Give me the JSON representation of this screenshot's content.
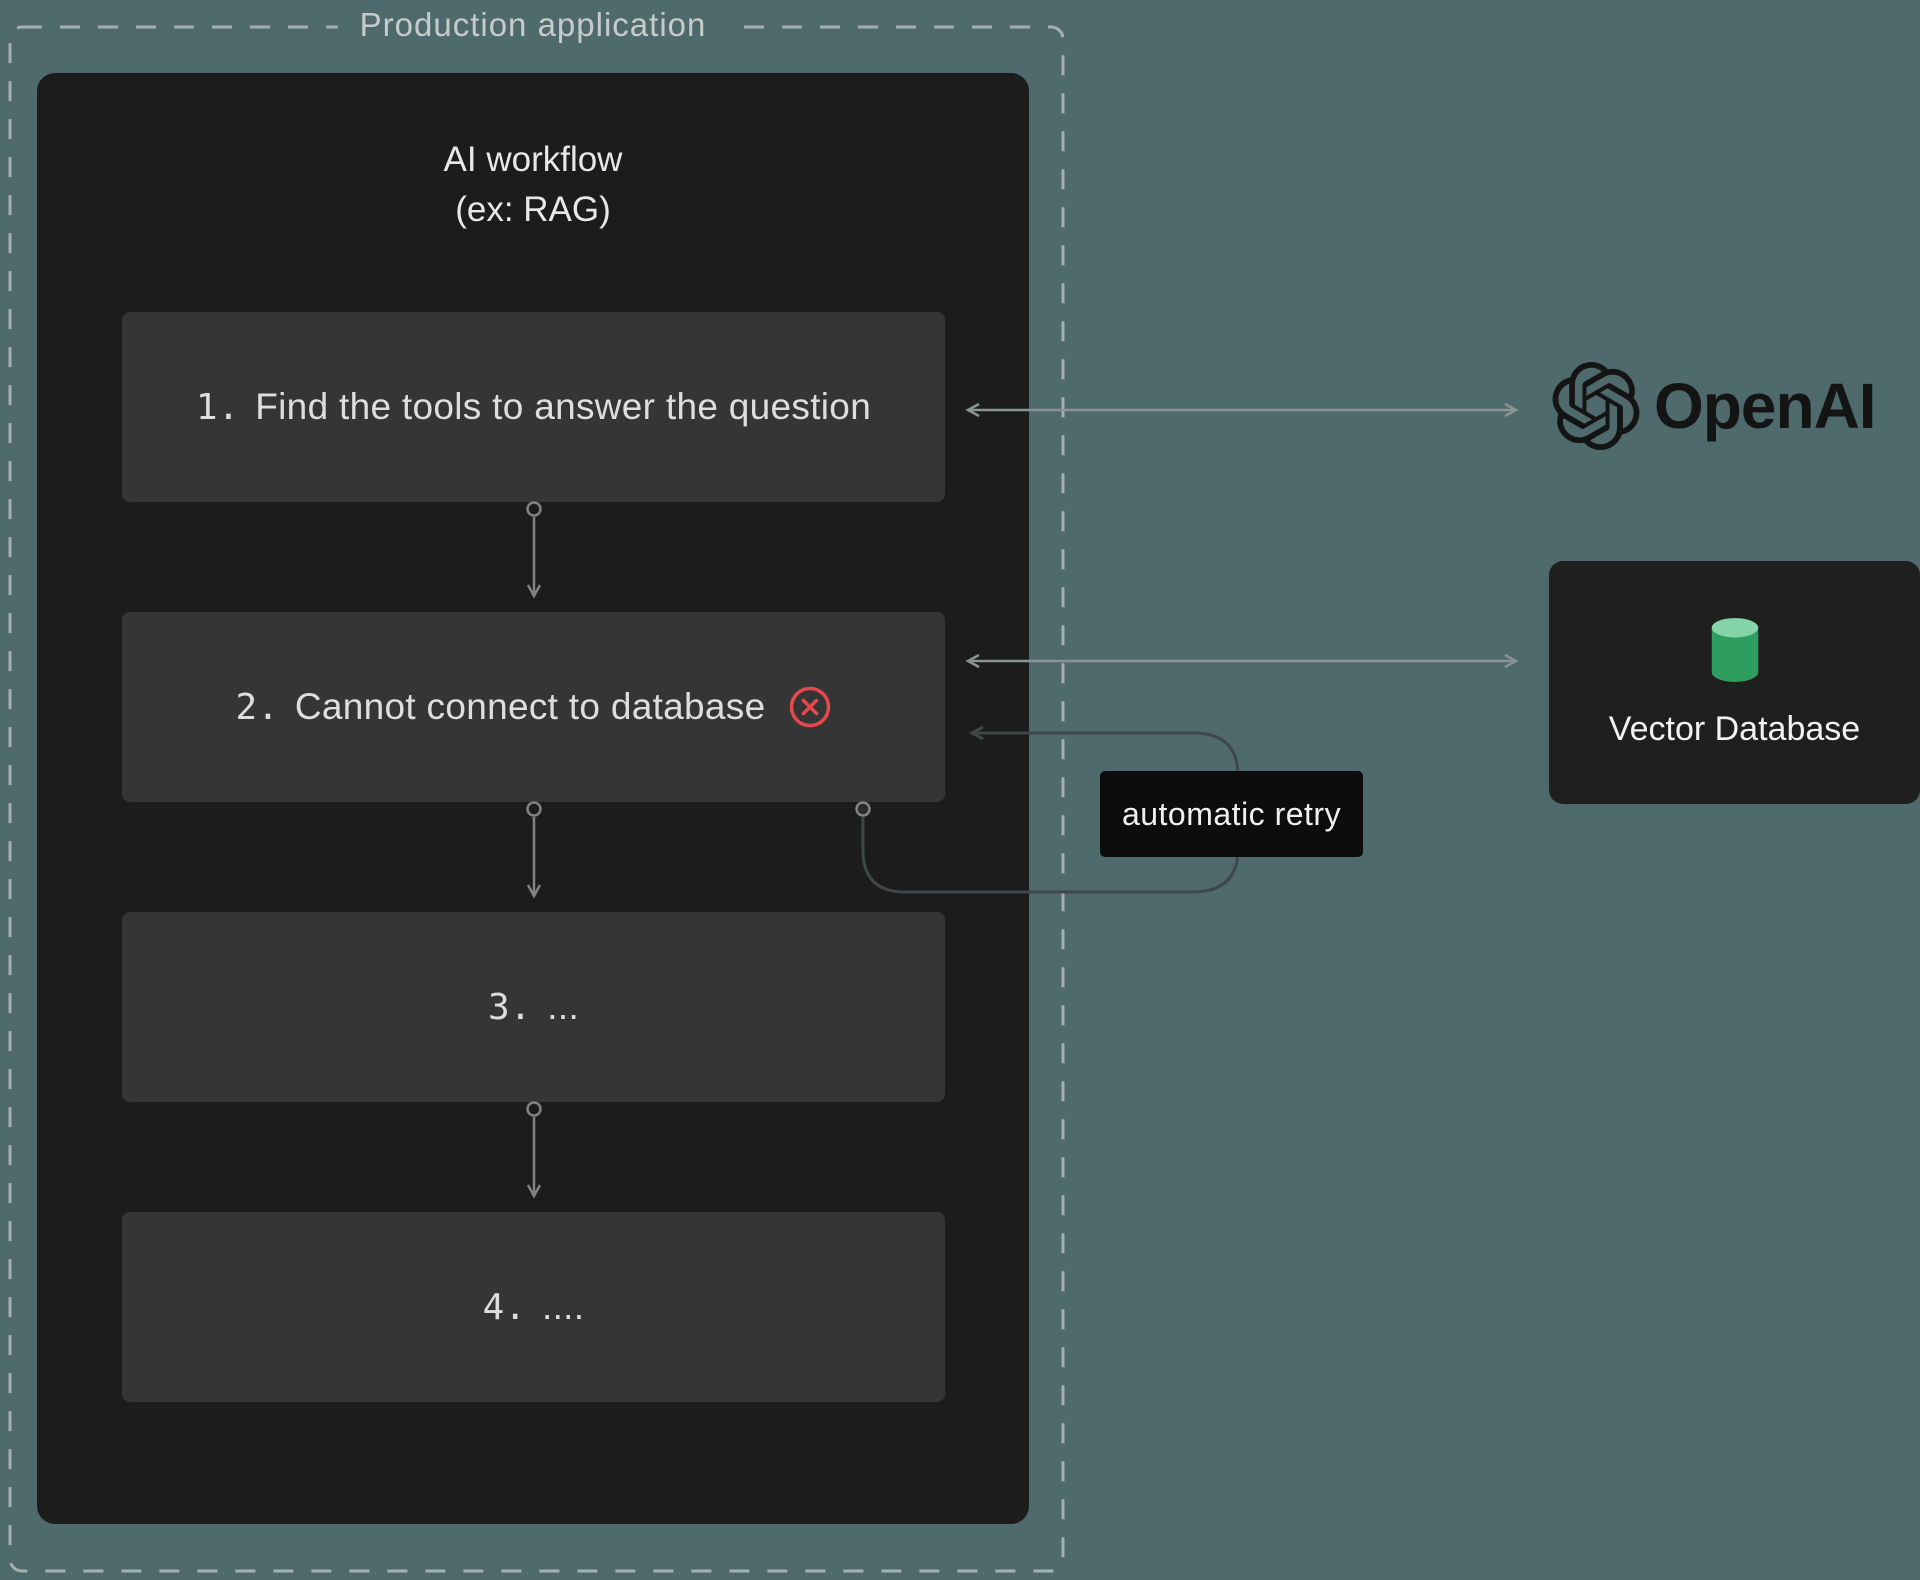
{
  "page": {
    "container_title": "Production application"
  },
  "workflow": {
    "title_line1": "AI workflow",
    "title_line2": "(ex: RAG)",
    "steps": [
      {
        "number": "1.",
        "label": "Find the tools to answer the question",
        "error": false
      },
      {
        "number": "2.",
        "label": "Cannot connect to database",
        "error": true
      },
      {
        "number": "3.",
        "label": "...",
        "error": false
      },
      {
        "number": "4.",
        "label": "....",
        "error": false
      }
    ]
  },
  "integrations": {
    "openai_label": "OpenAI",
    "vector_db_label": "Vector Database"
  },
  "annotations": {
    "retry_label": "automatic retry"
  },
  "icons": {
    "error_icon": "circled-x",
    "openai_logo": "openai-hexaknot",
    "database_icon": "green-cylinder",
    "arrows": [
      "double-headed-horizontal",
      "vertical-step-arrow",
      "retry-loop"
    ]
  },
  "colors": {
    "background": "#4e6a6d",
    "panel": "#1c1c1c",
    "step_box": "#353535",
    "error_red": "#e5484d",
    "arrow_gray": "#8b9494",
    "retry_loop": "#3f4748",
    "retry_box": "#0d0d0d",
    "db_green": "#2d9e5e",
    "db_green_light": "#84d4a7"
  }
}
